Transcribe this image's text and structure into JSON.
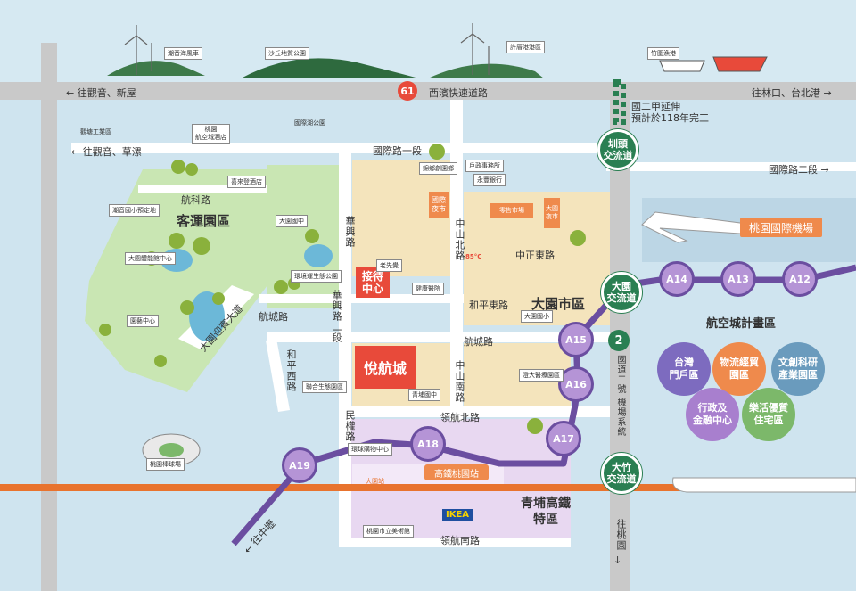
{
  "colors": {
    "sea": "#cfe4ef",
    "road": "#ffffff",
    "green_zone": "#c9e6b3",
    "yellow_zone": "#f4e4bc",
    "purple_zone": "#e8d8f1",
    "metro": "#6b4ea0",
    "station_fill": "#b594d6",
    "hsr": "#e8732e",
    "freeway": "#2a7f52",
    "red_tag": "#e84a3a",
    "orange_tag": "#ef8a4c"
  },
  "top_labels": {
    "wind1": "潮音海風車",
    "dune_park": "沙丘地質公園",
    "wind2": "許厝港港區",
    "fishing_port": "竹圍漁港"
  },
  "roads": {
    "expressway": "西濱快速道路",
    "expressway_number": "61",
    "to_guanyin_xinwu": "往觀音、新屋",
    "to_linkou": "往林口、台北港",
    "to_guanyin_caota": "往觀音、草漯",
    "guoji_road_1": "國際路一段",
    "guoji_road_2": "國際路二段",
    "hangke_road": "航科路",
    "hangcheng_road": "航城路",
    "hangcheng_road2": "航城路",
    "huaxing_road": "華興路",
    "huaxing_road_2": "華興路二段",
    "zhongshan_north": "中山北路",
    "zhongshan_south": "中山南路",
    "zhongzheng_east": "中正東路",
    "heping_east": "和平東路",
    "heping_west": "和平西路",
    "minquan_road": "民權路",
    "linghang_north": "領航北路",
    "linghang_south": "領航南路",
    "dayuan_yingbin": "大園迎賓大道",
    "national2_note_1": "國二甲延伸",
    "national2_note_2": "預計於118年完工",
    "national2_label": "國道二號 機場系統",
    "national2_number": "2",
    "to_taoyuan": "往桃園",
    "to_zhongli": "往中壢"
  },
  "interchanges": [
    {
      "name": "圳頭\n交流道"
    },
    {
      "name": "大園\n交流道"
    },
    {
      "name": "大竹\n交流道"
    }
  ],
  "stations": [
    {
      "name": "A14"
    },
    {
      "name": "A13"
    },
    {
      "name": "A12"
    },
    {
      "name": "A15"
    },
    {
      "name": "A16"
    },
    {
      "name": "A17"
    },
    {
      "name": "A18"
    },
    {
      "name": "A19"
    }
  ],
  "zones": {
    "keyun_park": "客運園區",
    "dayuan_city": "大園市區",
    "qingpu_hsr": "青埔高鐵\n特區",
    "airport_plan": "航空城計畫區",
    "airport": "桃園國際機場",
    "hsr_station": "高鐵桃園站"
  },
  "plan_zones": [
    {
      "name": "台灣\n門戶區",
      "color": "#7d6bbf"
    },
    {
      "name": "物流經貿\n園區",
      "color": "#ef8a4c"
    },
    {
      "name": "文創科研\n產業園區",
      "color": "#6a9bbd"
    },
    {
      "name": "行政及\n金融中心",
      "color": "#a87fce"
    },
    {
      "name": "樂活優質\n住宅區",
      "color": "#7cb86a"
    }
  ],
  "places": {
    "plant": "觀塘工業區",
    "aviation_hotel": "桃園\n航空城酒店",
    "shipping": "喜來登酒店",
    "airport_kindergarten": "潮音國小預定地",
    "dayuan_junior": "大園國中",
    "dayuan_hall": "大園體能館中心",
    "park_center": "園藝中心",
    "xiao_park": "環境運生態公園",
    "lianhuo": "聯合生態園區",
    "guoji_lake": "國際湖公園",
    "yongyu": "錦鄉創園鄉",
    "household": "戶政事務所",
    "yongfeng": "永豐銀行",
    "guoji_market": "國際\n夜市",
    "market": "零售市場",
    "dayuan_market": "大園\n夜市",
    "reception": "接待\n中心",
    "laoxian": "老先覺",
    "health": "健康醫院",
    "dayuan_elem": "大園國小",
    "yuehang": "悅航城",
    "qingpu_junior": "青埔國中",
    "qingpu_baseball": "桃園棒球場",
    "global_mall": "環球購物中心",
    "aiport_hosp": "澄大醫療園區",
    "museum": "桃園市立美術館",
    "ikea": "IKEA",
    "station_label": "大園站",
    "85c": "85°C"
  }
}
